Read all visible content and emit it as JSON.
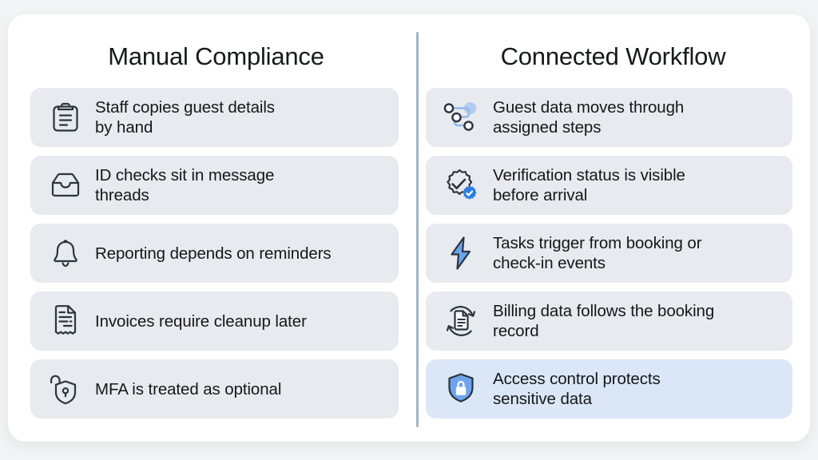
{
  "card": {
    "background": "#ffffff",
    "divider_color": "#9fb6c4",
    "page_background": "#f3f4f5"
  },
  "columns": [
    {
      "id": "manual-compliance",
      "title": "Manual Compliance",
      "rows": [
        {
          "icon": "clipboard-icon",
          "label": "Staff copies guest details\nby hand",
          "highlight": false
        },
        {
          "icon": "inbox-tray-icon",
          "label": "ID checks sit in message\nthreads",
          "highlight": false
        },
        {
          "icon": "bell-icon",
          "label": "Reporting depends on reminders",
          "highlight": false
        },
        {
          "icon": "receipt-icon",
          "label": "Invoices require cleanup later",
          "highlight": false
        },
        {
          "icon": "shield-unlock-icon",
          "label": "MFA is treated as optional",
          "highlight": false
        }
      ]
    },
    {
      "id": "connected-workflow",
      "title": "Connected Workflow",
      "rows": [
        {
          "icon": "workflow-nodes-icon",
          "label": "Guest data moves through\nassigned steps",
          "highlight": false
        },
        {
          "icon": "verified-badge-icon",
          "label": "Verification status is visible\nbefore arrival",
          "highlight": false
        },
        {
          "icon": "lightning-bolt-icon",
          "label": "Tasks trigger from booking or\ncheck-in events",
          "highlight": false
        },
        {
          "icon": "document-sync-icon",
          "label": "Billing data follows the booking\nrecord",
          "highlight": false
        },
        {
          "icon": "shield-lock-icon",
          "label": "Access control protects\nsensitive data",
          "highlight": true
        }
      ]
    }
  ],
  "palette": {
    "row_background": "#e7eaee",
    "row_background_highlight": "#dbe7f7",
    "text": "#15171a",
    "icon_dark": "#2b3440",
    "icon_blue": "#4e8ff0",
    "icon_blue_light": "#a9c8f2"
  }
}
